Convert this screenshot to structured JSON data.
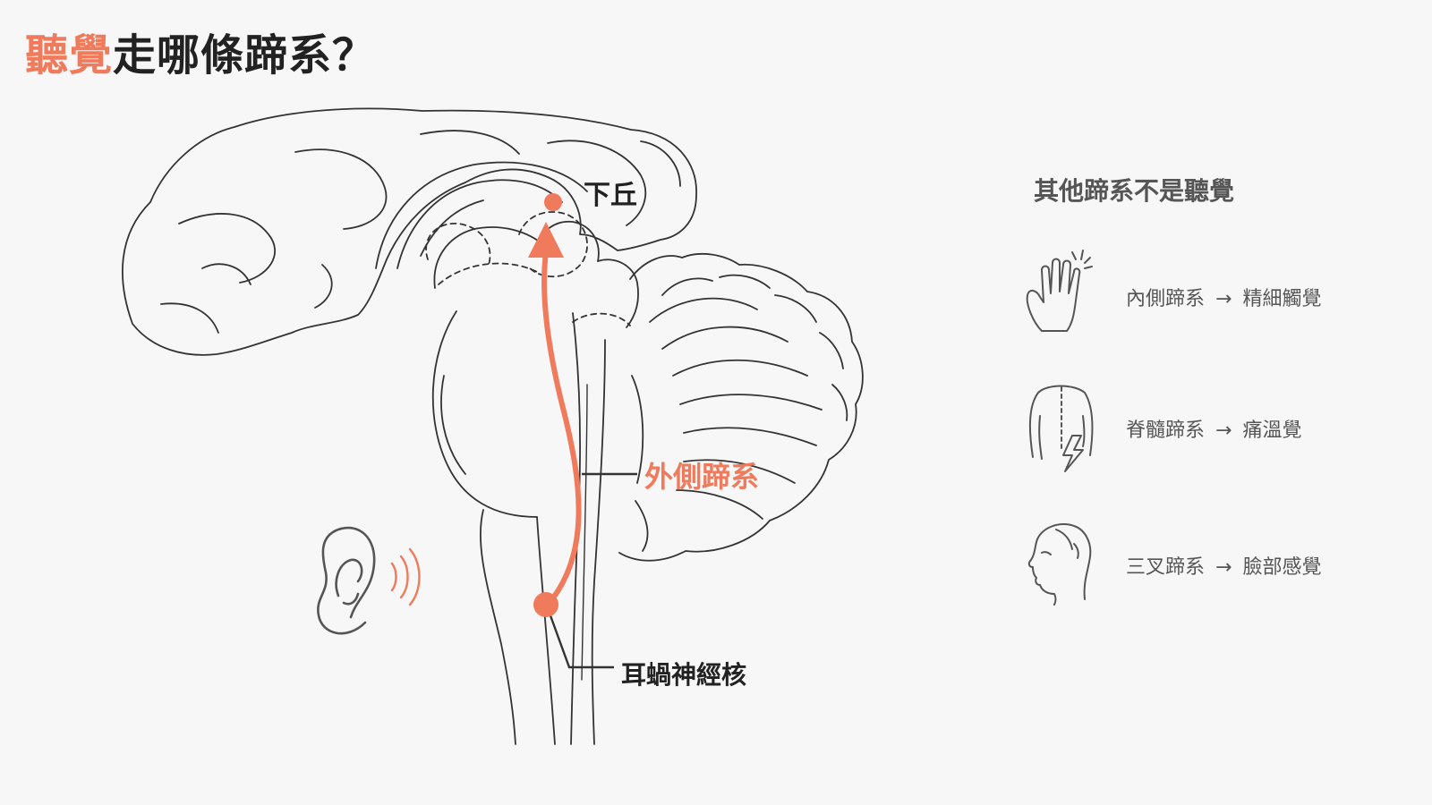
{
  "header": {
    "title_accent": "聽覺",
    "title_rest": "走哪條蹄系？"
  },
  "diagram": {
    "label_colliculus": "下丘",
    "label_tract": "外側蹄系",
    "label_nucleus": "耳蝸神經核"
  },
  "side": {
    "title": "其他蹄系不是聽覺",
    "arrow": "→",
    "items": [
      {
        "icon": "hand-icon",
        "name": "內側蹄系",
        "function": "精細觸覺"
      },
      {
        "icon": "back-icon",
        "name": "脊髓蹄系",
        "function": "痛溫覺"
      },
      {
        "icon": "face-profile-icon",
        "name": "三叉蹄系",
        "function": "臉部感覺"
      }
    ]
  },
  "colors": {
    "accent": "#ef7a5c",
    "line": "#333333",
    "text_dark": "#222222",
    "text_gray": "#555555",
    "background": "#f7f7f7"
  }
}
